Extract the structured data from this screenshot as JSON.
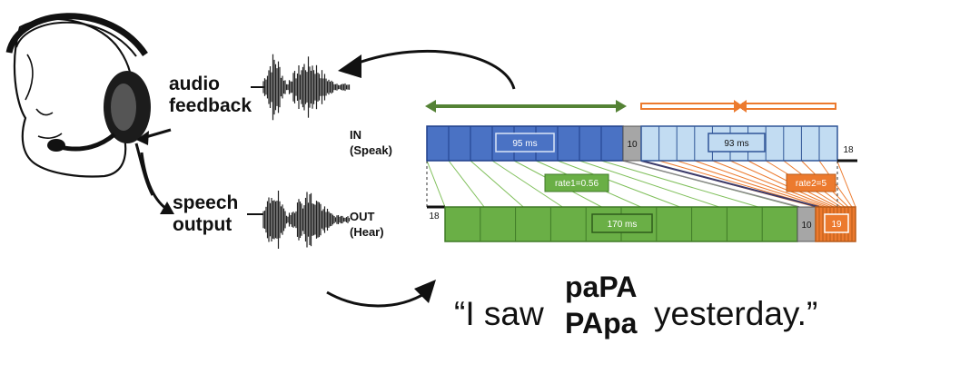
{
  "left": {
    "audio_feedback": [
      "audio",
      "feedback"
    ],
    "speech_output": [
      "speech",
      "output"
    ]
  },
  "diagram": {
    "in_label": [
      "IN",
      "(Speak)"
    ],
    "out_label": [
      "OUT",
      "(Hear)"
    ],
    "in_first_duration": "95 ms",
    "in_gap": "10",
    "in_second_duration": "93 ms",
    "in_tail": "18",
    "out_lead": "18",
    "out_first_duration": "170 ms",
    "out_gap": "10",
    "out_second_duration": "19",
    "rate1_label": "rate1=0.56",
    "rate2_label": "rate2=5",
    "colors": {
      "first_in": "#4a72c4",
      "second_in": "#c2dcf2",
      "gap": "#a6a6a6",
      "out": "#6aaf46",
      "orange": "#ec7a2e"
    }
  },
  "sentence": {
    "open": "“I saw",
    "word_a": "paPA",
    "word_b": "PApa",
    "close": "yesterday.”"
  }
}
